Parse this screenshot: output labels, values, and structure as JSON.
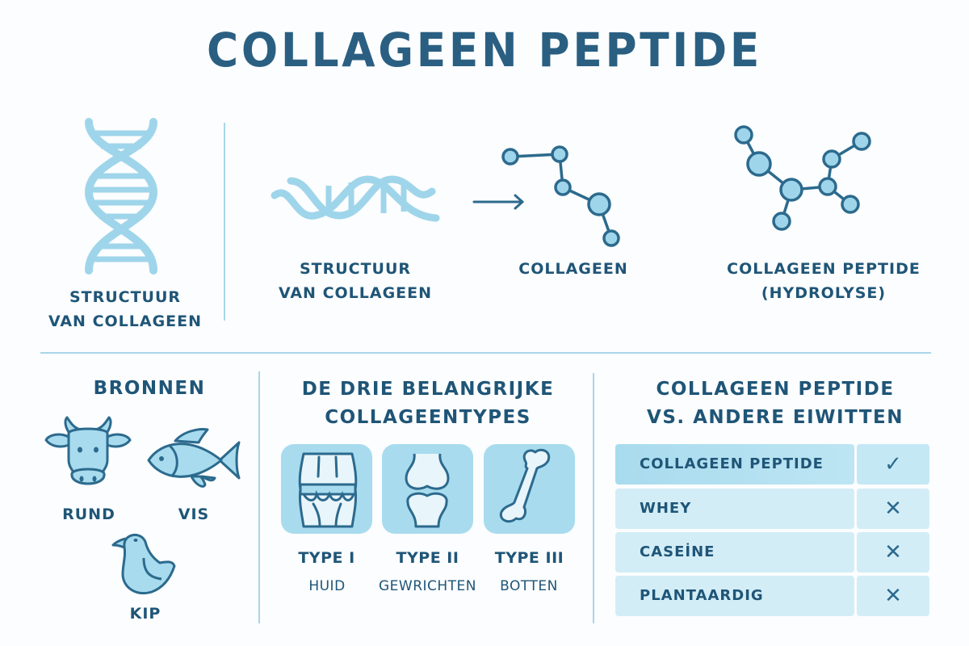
{
  "title": "COLLAGEEN PEPTIDE",
  "colors": {
    "dark_blue": "#1f5577",
    "title_blue": "#2a5f82",
    "light_blue": "#a8dbee",
    "icon_fill": "#9fd5ea",
    "stroke_blue": "#2c6a8d",
    "divider": "#a9d6e8",
    "row_bg": "#d3edf7"
  },
  "top_section": {
    "dna_vertical": {
      "icon": "dna-helix-vertical-icon",
      "label_line1": "STRUCTUUR",
      "label_line2": "VAN COLLAGEEN"
    },
    "dna_horizontal": {
      "icon": "dna-helix-horizontal-icon",
      "label_line1": "STRUCTUUR",
      "label_line2": "VAN COLLAGEEN"
    },
    "arrow": {
      "icon": "arrow-right-icon"
    },
    "collagen": {
      "icon": "molecule-chain-icon",
      "label": "COLLAGEEN"
    },
    "peptide": {
      "icon": "molecule-branched-icon",
      "label_line1": "COLLAGEEN PEPTIDE",
      "label_line2": "(HYDROLYSE)"
    }
  },
  "sources": {
    "heading": "BRONNEN",
    "items": [
      {
        "label": "RUND",
        "icon": "cow-icon"
      },
      {
        "label": "VIS",
        "icon": "fish-icon"
      },
      {
        "label": "KIP",
        "icon": "chicken-icon"
      }
    ]
  },
  "types": {
    "heading_line1": "DE DRIE BELANGRIJKE",
    "heading_line2": "COLLAGEENTYPES",
    "items": [
      {
        "label": "TYPE I",
        "sub": "HUID",
        "icon": "skin-layer-icon"
      },
      {
        "label": "TYPE II",
        "sub": "GEWRICHTEN",
        "icon": "joint-icon"
      },
      {
        "label": "TYPE III",
        "sub": "BOTTEN",
        "icon": "bone-icon"
      }
    ]
  },
  "comparison": {
    "heading_line1": "COLLAGEEN PEPTIDE",
    "heading_line2": "VS. ANDERE EIWITTEN",
    "rows": [
      {
        "name": "COLLAGEEN PEPTIDE",
        "mark": "✓",
        "mark_icon": "check-icon",
        "highlight": true
      },
      {
        "name": "WHEY",
        "mark": "✕",
        "mark_icon": "cross-icon",
        "highlight": false
      },
      {
        "name": "CASEİNE",
        "mark": "✕",
        "mark_icon": "cross-icon",
        "highlight": false
      },
      {
        "name": "PLANTAARDIG",
        "mark": "✕",
        "mark_icon": "cross-icon",
        "highlight": false
      }
    ]
  }
}
